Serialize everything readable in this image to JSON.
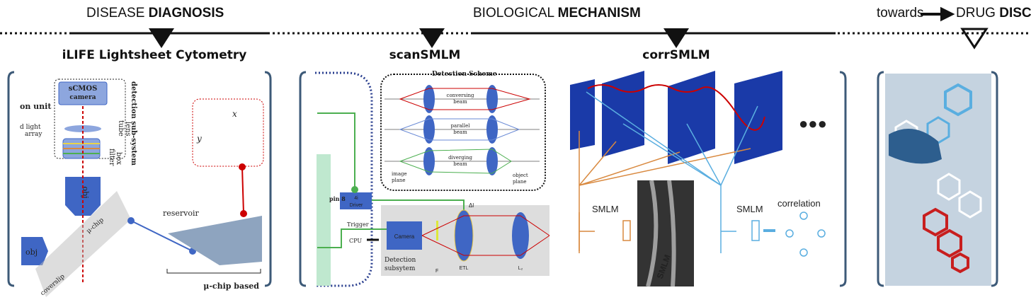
{
  "header": {
    "stage1": {
      "light": "DISEASE ",
      "bold": "DIAGNOSIS"
    },
    "stage2": {
      "light": "BIOLOGICAL ",
      "bold": "MECHANISM"
    },
    "towards": "towards",
    "stage3": {
      "light": "DRUG ",
      "bold": "DISCOVERY"
    }
  },
  "panels": {
    "ilife": {
      "title": "iLIFE Lightsheet Cytometry",
      "labels": {
        "camera1": "sCMOS",
        "camera2": "camera",
        "unit": "on unit",
        "light1": "d light",
        "light2": "array",
        "filter": "filter",
        "box": "box",
        "tube": "tube",
        "lens": "lens",
        "detection": "detection sub-system",
        "obj": "obj",
        "obj2": "obj",
        "chip": "μ-chip",
        "coverslip": "coverslip",
        "reservoir": "reservoir",
        "x": "x",
        "y": "y",
        "chip_based": "μ-chip based"
      }
    },
    "scan": {
      "title": "scanSMLM",
      "labels": {
        "scheme": "Detection Scheme",
        "conv1": "conversing",
        "conv2": "beam",
        "par1": "parallel",
        "par2": "beam",
        "div1": "diverging",
        "div2": "beam",
        "img1": "image",
        "img2": "plane",
        "obj1": "object",
        "obj2": "plane",
        "pin": "pin 8",
        "driver1": "4i",
        "driver2": "Driver",
        "trigger": "Trigger",
        "cpu": "CPU",
        "camera": "Camera",
        "dl": "Δl",
        "det1": "Detection",
        "det2": "subsytem",
        "f": "F",
        "etl": "ETL",
        "l2": "L₂"
      }
    },
    "corr": {
      "title": "corrSMLM",
      "labels": {
        "smlm_left": "SMLM",
        "smlm_img": "SMLM",
        "smlm_right": "SMLM",
        "correlation": "correlation",
        "ellipsis": "●●●"
      }
    }
  },
  "colors": {
    "bracket": "#3d5a78",
    "accent_blue": "#3f66c4",
    "red": "#d42020",
    "orange": "#d9893f",
    "light_blue": "#5aaee0",
    "green": "#4caf50",
    "drug_bg": "#c5d3e0"
  }
}
